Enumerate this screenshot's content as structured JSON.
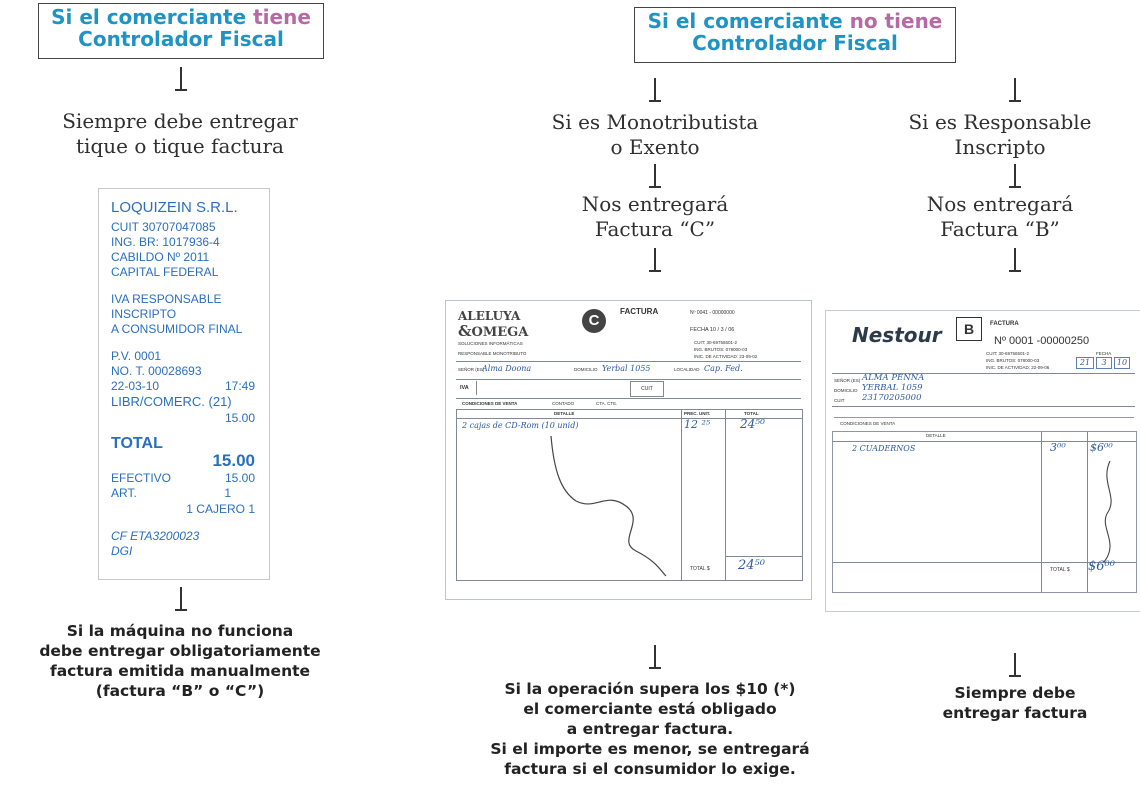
{
  "left": {
    "box": {
      "pre": "Si el comerciante ",
      "highlight": "tiene",
      "line2": "Controlador Fiscal"
    },
    "step1": {
      "line1": "Siempre debe entregar",
      "line2": "tique o tique factura"
    },
    "ticket": {
      "company": "LOQUIZEIN S.R.L.",
      "cuit": "CUIT 30707047085",
      "ingbr": "ING. BR: 1017936-4",
      "cabildo": "CABILDO Nº 2011",
      "city": "CAPITAL FEDERAL",
      "iva1": "IVA RESPONSABLE",
      "iva2": "INSCRIPTO",
      "iva3": "A CONSUMIDOR FINAL",
      "pv": "P.V. 0001",
      "not": "NO. T. 00028693",
      "date": "22-03-10",
      "time": "17:49",
      "libr": "LIBR/COMERC. (21)",
      "amount": "15.00",
      "total_label": "TOTAL",
      "total_value": "15.00",
      "efectivo_label": "EFECTIVO",
      "efectivo_value": "15.00",
      "art_label": "ART.",
      "art_value": "1",
      "cajero": "1 CAJERO 1",
      "cf": "CF ETA3200023",
      "dgi": "DGI"
    },
    "note": {
      "l1": "Si la máquina no funciona",
      "l2": "debe entregar obligatoriamente",
      "l3": "factura emitida manualmente",
      "l4": "(factura “B” o “C”)"
    }
  },
  "right": {
    "box": {
      "pre": "Si el comerciante ",
      "highlight": "no tiene",
      "line2": "Controlador Fiscal"
    },
    "mono": {
      "l1": "Si es Monotributista",
      "l2": "o Exento",
      "n1": "Nos entregará",
      "n2": "Factura “C”"
    },
    "resp": {
      "l1": "Si es Responsable",
      "l2": "Inscripto",
      "n1": "Nos entregará",
      "n2": "Factura “B”"
    },
    "invoiceC": {
      "brand1": "ALELUYA",
      "brand2": "OMEGA",
      "letter": "C",
      "title": "FACTURA",
      "number": "Nº 0041 - 00000000",
      "fecha": "FECHA 10 / 3 / 06",
      "company": "SOLUCIONES INFORMÁTICAS",
      "resp": "RESPONSABLE MONOTRIBUTO",
      "cuit": "CUIT: 30-69756501-2",
      "ing": "ING. BRUTOS: 078000-03",
      "inicio": "INIC. DE ACTIVIDAD: 23-09-02",
      "senor_label": "SEÑOR (ES)",
      "senor_value": "Alma Doona",
      "dom_label": "DOMICILIO",
      "dom_value": "Yerbal 1055",
      "loc_label": "LOCALIDAD",
      "loc_value": "Cap. Fed.",
      "iva": "IVA",
      "cuit_box": "CUIT",
      "condiciones": "CONDICIONES DE VENTA",
      "contado": "CONTADO",
      "cta": "CTA. CTE.",
      "detalle": "DETALLE",
      "precio": "PREC. UNIT.",
      "total_col": "TOTAL",
      "item": "2 cajas de CD-Rom (10 unid)",
      "unit": "12 ²⁵",
      "item_total": "24⁵⁰",
      "total_label": "TOTAL $",
      "total_value": "24⁵⁰"
    },
    "invoiceB": {
      "brand": "Nestour",
      "letter": "B",
      "title": "FACTURA",
      "number": "Nº 0001 -00000250",
      "fecha": "FECHA",
      "d1": "21",
      "d2": "3",
      "d3": "10",
      "cuit": "CUIT: 30-69756501-2",
      "ing": "ING. BRUTOS: 078000-03",
      "inicio": "INIC. DE ACTIVIDAD: 22-09-06",
      "senor_label": "SEÑOR (ES)",
      "senor_value": "ALMA PENNA",
      "dom_label": "DOMICILIO",
      "dom_value": "YERBAL 1059",
      "cuit_label": "CUIT",
      "cuit_value": "23170205000",
      "condiciones": "CONDICIONES DE VENTA",
      "detalle": "DETALLE",
      "item": "2 CUADERNOS",
      "unit": "3⁰⁰",
      "item_total": "$6⁰⁰",
      "total_label": "TOTAL $",
      "total_value": "$6⁰⁰"
    },
    "noteC": {
      "l1": "Si la operación supera los $10 (*)",
      "l2": "el comerciante está obligado",
      "l3": "a entregar factura.",
      "l4": "Si el importe es menor, se entregará",
      "l5": "factura si el consumidor lo exige."
    },
    "noteB": {
      "l1": "Siempre debe",
      "l2": "entregar factura"
    }
  },
  "colors": {
    "blue": "#1f93c4",
    "purple": "#b66aa5",
    "ink": "#2c5aa0"
  }
}
